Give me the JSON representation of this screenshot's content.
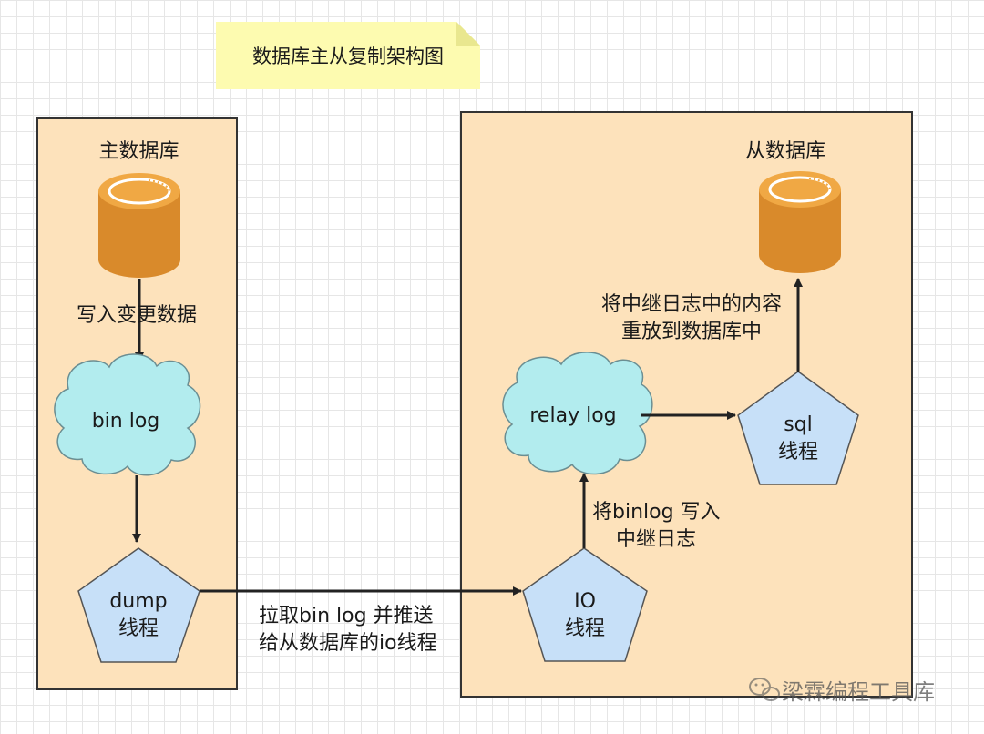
{
  "title": "数据库主从复制架构图",
  "master": {
    "title": "主数据库",
    "write_label": "写入变更数据",
    "binlog_label": "bin log",
    "dump_line1": "dump",
    "dump_line2": "线程"
  },
  "transfer": {
    "line1": "拉取bin log 并推送",
    "line2": "给从数据库的io线程"
  },
  "slave": {
    "title": "从数据库",
    "replay_line1": "将中继日志中的内容",
    "replay_line2": "重放到数据库中",
    "relaylog_label": "relay log",
    "sql_line1": "sql",
    "sql_line2": "线程",
    "write_relay_line1": "将binlog 写入",
    "write_relay_line2": "中继日志",
    "io_line1": "IO",
    "io_line2": "线程"
  },
  "watermark": "梁霖编程工具库",
  "colors": {
    "panel": "#fde2bb",
    "cylinder": "#d98a2b",
    "cloud": "#b2ecee",
    "pentagon": "#c7e0f8"
  }
}
